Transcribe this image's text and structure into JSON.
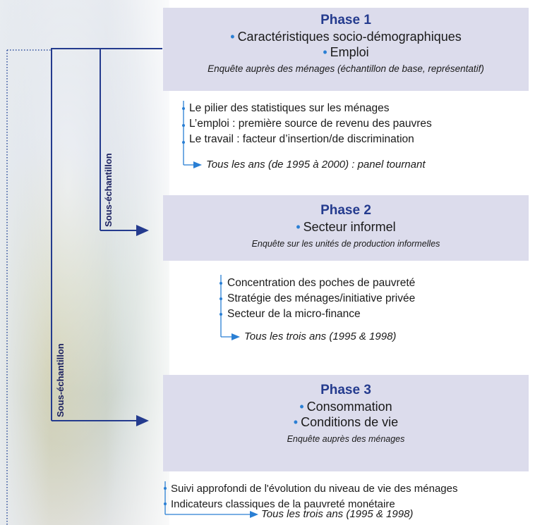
{
  "phase1": {
    "title": "Phase 1",
    "items": [
      "Caractéristiques socio-démographiques",
      "Emploi"
    ],
    "note": "Enquête auprès des ménages (échantillon de base, représentatif)",
    "bullets": [
      "Le pilier des statistiques sur les ménages",
      "L’emploi : première source de revenu des pauvres",
      "Le travail : facteur d’insertion/de discrimination"
    ],
    "frequency": "Tous les ans (de 1995 à 2000) : panel tournant"
  },
  "phase2": {
    "title": "Phase 2",
    "items": [
      "Secteur informel"
    ],
    "note": "Enquête sur les unités de production informelles",
    "bullets": [
      "Concentration des poches de pauvreté",
      "Stratégie des ménages/initiative privée",
      "Secteur de la micro-finance"
    ],
    "frequency": "Tous les trois ans (1995 & 1998)"
  },
  "phase3": {
    "title": "Phase 3",
    "items": [
      "Consommation",
      "Conditions de vie"
    ],
    "note": "Enquête auprès des ménages",
    "bullets": [
      "Suivi approfondi de l'évolution du niveau de vie des ménages",
      "Indicateurs classiques de la pauvreté monétaire"
    ],
    "frequency": "Tous les trois ans (1995 & 1998)"
  },
  "connectors": {
    "sub_sample_1": "Sous-échantillon",
    "sub_sample_2": "Sous-échantillon"
  },
  "colors": {
    "box_fill": "#dcdcec",
    "title": "#243b8e",
    "bullet_dot": "#2a7fd4",
    "connector": "#243b8e"
  }
}
